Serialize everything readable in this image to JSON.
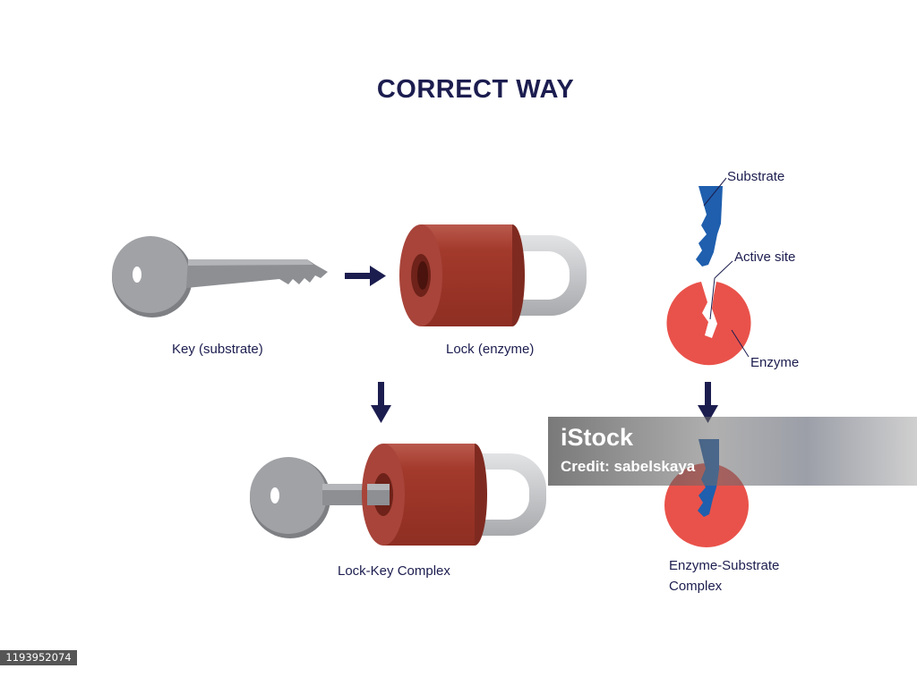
{
  "title": "CORRECT WAY",
  "labels": {
    "key": "Key (substrate)",
    "lock": "Lock (enzyme)",
    "lock_key_complex": "Lock-Key Complex",
    "substrate": "Substrate",
    "active_site": "Active site",
    "enzyme": "Enzyme",
    "enzyme_substrate_line1": "Enzyme-Substrate",
    "enzyme_substrate_line2": "Complex"
  },
  "watermark": {
    "logo": "iStock",
    "credit": "Credit: sabelskaya"
  },
  "stock_id": "1193952074",
  "colors": {
    "title": "#1c1d4f",
    "arrow": "#1c1d4f",
    "key_metal": "#9a9ca0",
    "lock_body": "#a33a2c",
    "shackle": "#c8c9cb",
    "enzyme": "#e9524a",
    "substrate": "#1f5fae"
  },
  "icons": [
    "key-icon",
    "padlock-icon",
    "substrate-shape-icon",
    "enzyme-shape-icon",
    "arrow-right-icon",
    "arrow-down-icon"
  ]
}
